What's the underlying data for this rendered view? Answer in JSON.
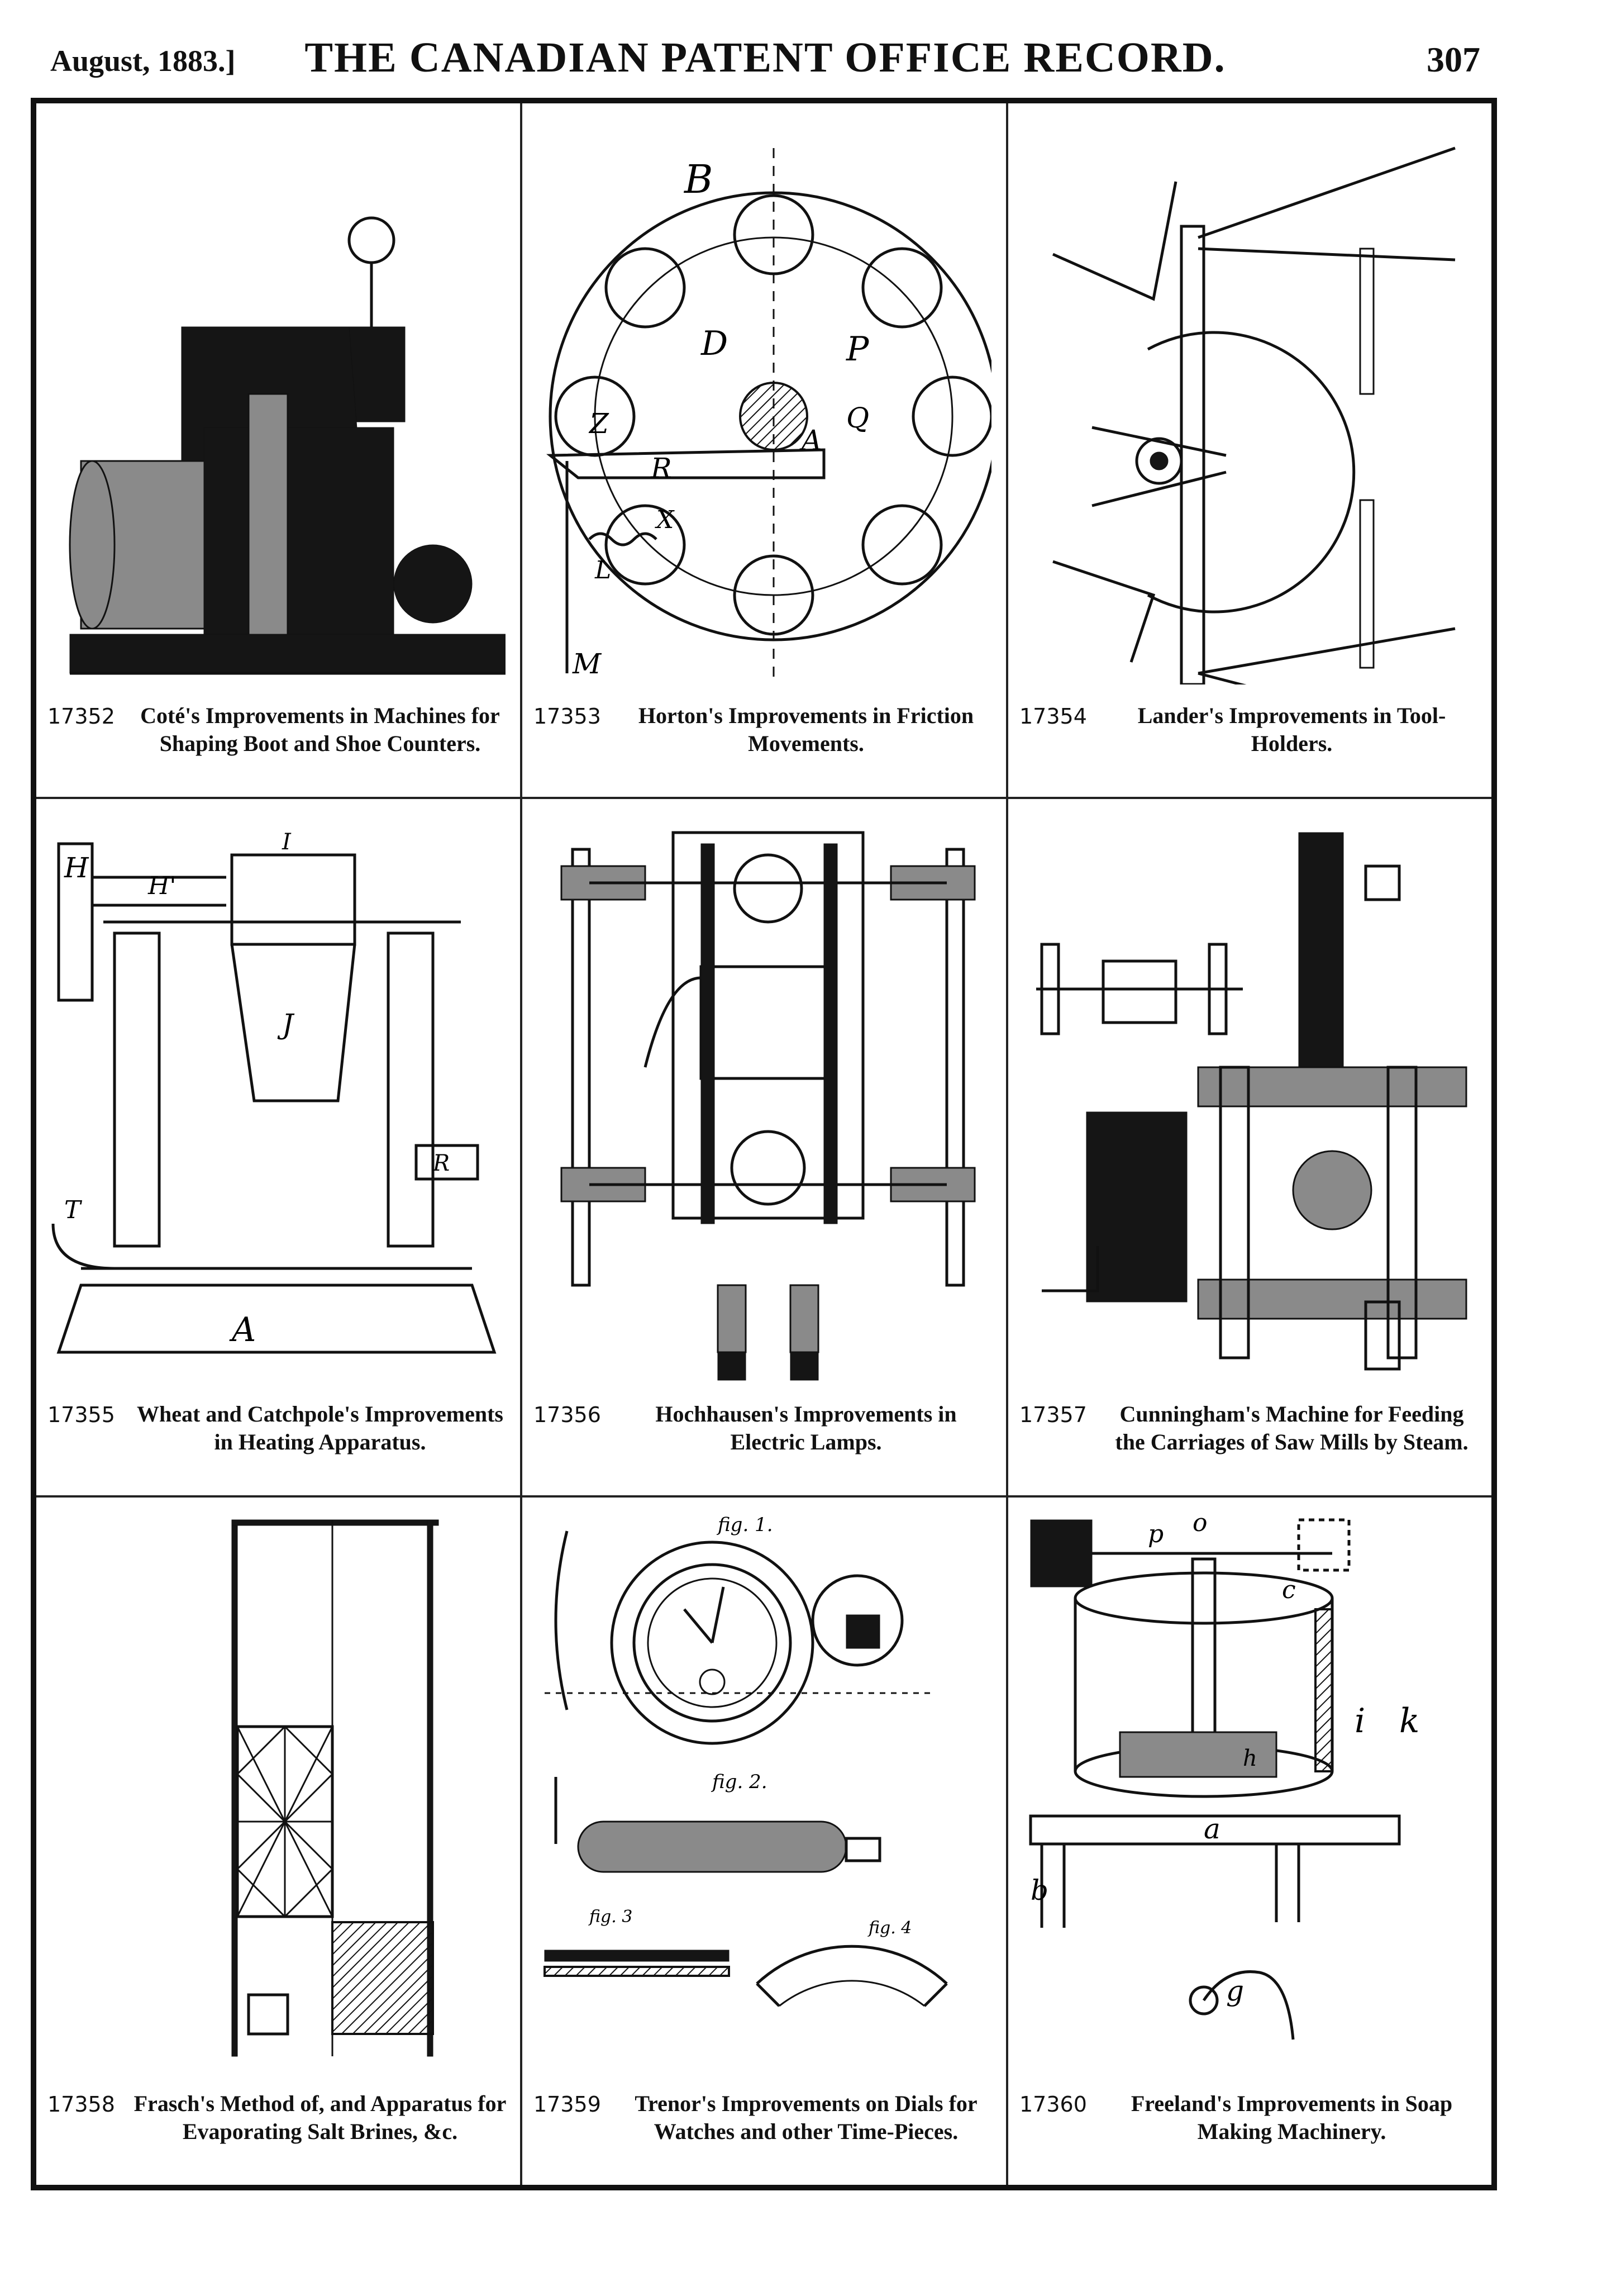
{
  "header": {
    "date": "August, 1883.]",
    "title": "THE CANADIAN PATENT OFFICE RECORD.",
    "page_number": "307"
  },
  "patents": [
    {
      "number": "17352",
      "caption": "Coté's Improvements in Machines for Shaping Boot and Shoe Counters."
    },
    {
      "number": "17353",
      "caption": "Horton's Improvements in Friction Movements."
    },
    {
      "number": "17354",
      "caption": "Lander's Improvements in Tool-Holders."
    },
    {
      "number": "17355",
      "caption": "Wheat and Catchpole's Improvements in Heating Apparatus."
    },
    {
      "number": "17356",
      "caption": "Hochhausen's Improvements in Electric Lamps."
    },
    {
      "number": "17357",
      "caption": "Cunningham's Machine for Feeding the Carriages of Saw Mills by Steam."
    },
    {
      "number": "17358",
      "caption": "Frasch's Method of, and Apparatus for Evaporating Salt Brines, &c."
    },
    {
      "number": "17359",
      "caption": "Trenor's Improvements on Dials for Watches and other Time-Pieces."
    },
    {
      "number": "17360",
      "caption": "Freeland's Improvements in Soap Making Machinery."
    }
  ],
  "figure_labels": {
    "horton": [
      "B",
      "D",
      "P",
      "Z",
      "R",
      "A",
      "Q",
      "X",
      "L",
      "M"
    ],
    "wheat": [
      "H",
      "H'",
      "I",
      "J",
      "A",
      "R",
      "T"
    ],
    "trenor": [
      "fig. 1.",
      "fig. 2.",
      "fig. 3",
      "fig. 4"
    ],
    "freeland": [
      "p",
      "o",
      "c",
      "i",
      "k",
      "h",
      "a",
      "b",
      "g"
    ]
  }
}
